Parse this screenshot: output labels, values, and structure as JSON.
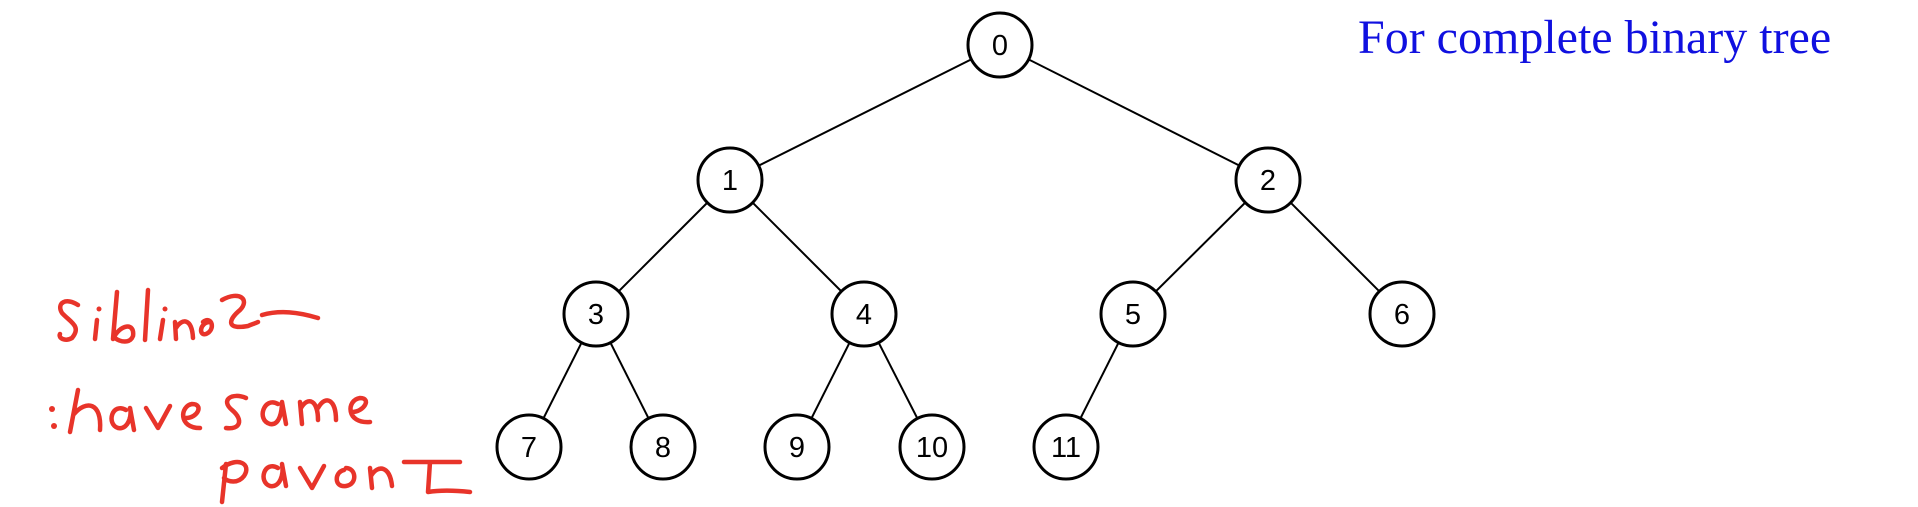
{
  "heading": "For complete binary tree",
  "colors": {
    "heading": "#1010e0",
    "annotation": "#e8342a",
    "line": "#000000"
  },
  "tree": {
    "nodes": [
      "0",
      "1",
      "2",
      "3",
      "4",
      "5",
      "6",
      "7",
      "8",
      "9",
      "10",
      "11"
    ],
    "edges": [
      [
        0,
        1
      ],
      [
        0,
        2
      ],
      [
        1,
        3
      ],
      [
        1,
        4
      ],
      [
        2,
        5
      ],
      [
        2,
        6
      ],
      [
        3,
        7
      ],
      [
        3,
        8
      ],
      [
        4,
        9
      ],
      [
        4,
        10
      ],
      [
        5,
        11
      ]
    ]
  },
  "annotation": {
    "lines": [
      "siblings",
      ": have same",
      "parent"
    ]
  }
}
